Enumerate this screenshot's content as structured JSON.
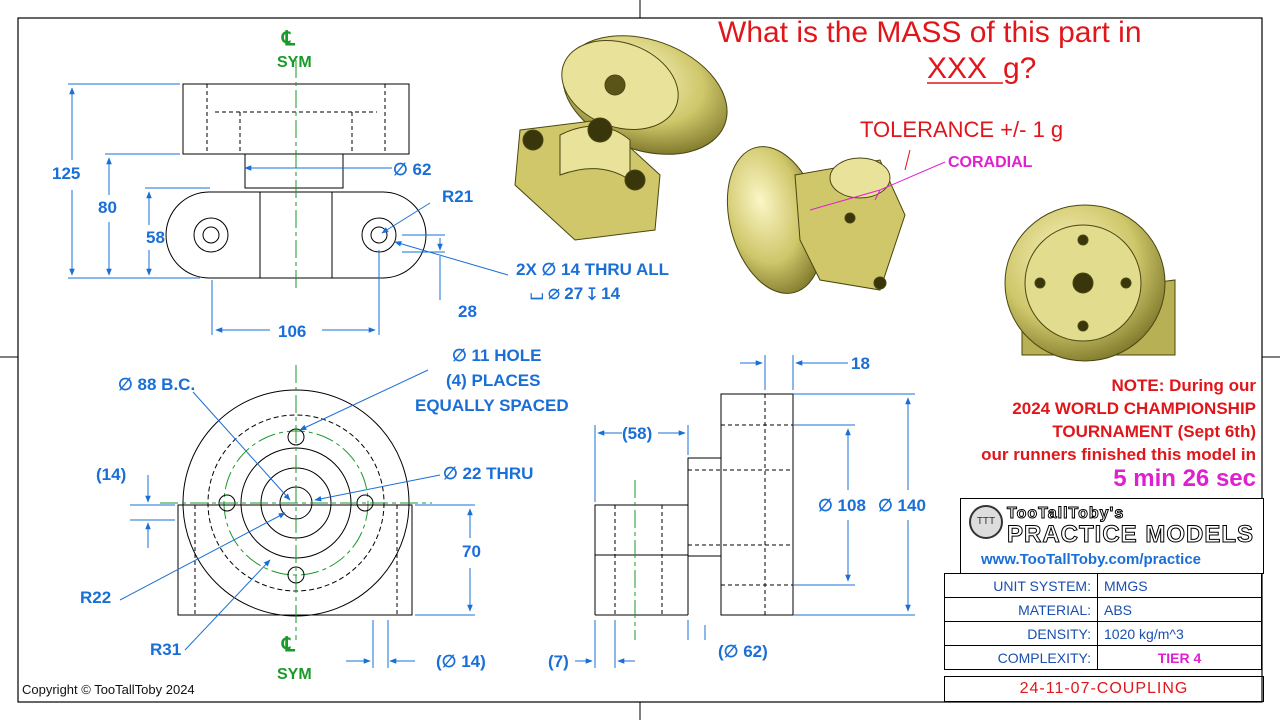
{
  "question": {
    "line1": "What is the MASS of this part in",
    "xxx": "XXX",
    "unit": " g?",
    "tolerance": "TOLERANCE +/- 1 g",
    "coradial": "CORADIAL"
  },
  "note": {
    "line1": "NOTE:  During our",
    "line2": "2024 WORLD CHAMPIONSHIP",
    "line3": "TOURNAMENT (Sept 6th)",
    "line4": "our runners finished this model in",
    "time": "5 min 26 sec"
  },
  "views": {
    "top": {
      "centerline": "℄",
      "sym": "SYM",
      "dims": {
        "d125": "125",
        "d80": "80",
        "d58": "58",
        "d62": "∅ 62",
        "r21": "R21",
        "holes1": "2X  ∅  14 THRU ALL",
        "holes2": "⌴  ∅ 27 ↧ 14",
        "d28": "28",
        "d106": "106"
      }
    },
    "front": {
      "centerline": "℄",
      "sym": "SYM",
      "dims": {
        "bc": "∅ 88 B.C.",
        "hole1": "∅ 11 HOLE",
        "hole2": "(4) PLACES",
        "hole3": "EQUALLY SPACED",
        "thru": "∅ 22 THRU",
        "d14": "(14)",
        "d70": "70",
        "r22": "R22",
        "r31": "R31",
        "d14b": "(∅ 14)"
      }
    },
    "side": {
      "dims": {
        "d18": "18",
        "d58": "(58)",
        "d108": "∅ 108",
        "d140": "∅ 140",
        "d7": "(7)",
        "d62": "(∅ 62)"
      }
    }
  },
  "logo": {
    "line1": "TooTallToby's",
    "line2": "PRACTICE MODELS",
    "url": "www.TooTallToby.com/practice"
  },
  "title_block": [
    {
      "key": "UNIT SYSTEM:",
      "value": "MMGS"
    },
    {
      "key": "MATERIAL:",
      "value": "ABS"
    },
    {
      "key": "DENSITY:",
      "value": "1020 kg/m^3"
    },
    {
      "key": "COMPLEXITY:",
      "value": "TIER 4"
    }
  ],
  "part_number": "24-11-07-COUPLING",
  "copyright": "Copyright © TooTallToby 2024",
  "colors": {
    "dimension": "#1a6fd6",
    "red": "#e0161b",
    "magenta": "#e020d0",
    "green": "#1a9a2a",
    "part": "#d8d37a"
  }
}
